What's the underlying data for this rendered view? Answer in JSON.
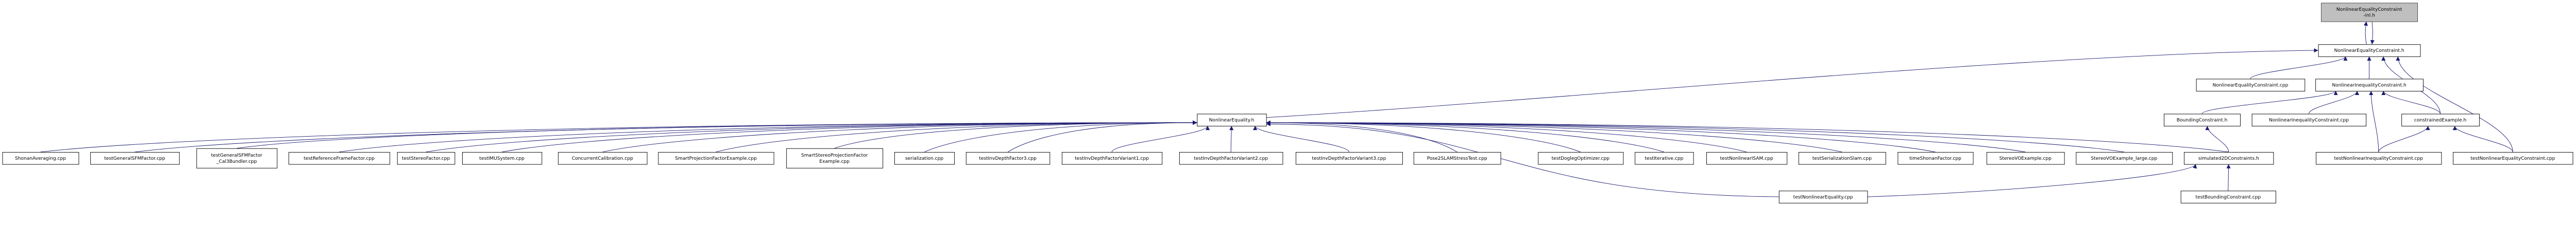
{
  "graph": {
    "edge_color": "#191970",
    "current_node_fill": "#bfbfbf",
    "nodes": [
      {
        "id": "inl",
        "lines": [
          "NonlinearEqualityConstraint",
          "-inl.h"
        ],
        "current": true
      },
      {
        "id": "nlec_h",
        "lines": [
          "NonlinearEqualityConstraint.h"
        ]
      },
      {
        "id": "ne_h",
        "lines": [
          "NonlinearEquality.h"
        ]
      },
      {
        "id": "nlec_cpp",
        "lines": [
          "NonlinearEqualityConstraint.cpp"
        ]
      },
      {
        "id": "nlic_h",
        "lines": [
          "NonlinearInequalityConstraint.h"
        ]
      },
      {
        "id": "bound_h",
        "lines": [
          "BoundingConstraint.h"
        ]
      },
      {
        "id": "nlic_cpp",
        "lines": [
          "NonlinearInequalityConstraint.cpp"
        ]
      },
      {
        "id": "cex_h",
        "lines": [
          "constrainedExample.h"
        ]
      },
      {
        "id": "t_nlic",
        "lines": [
          "testNonlinearInequalityConstraint.cpp"
        ]
      },
      {
        "id": "t_nlec",
        "lines": [
          "testNonlinearEqualityConstraint.cpp"
        ]
      },
      {
        "id": "sim2d",
        "lines": [
          "simulated2DConstraints.h"
        ]
      },
      {
        "id": "t_bound",
        "lines": [
          "testBoundingConstraint.cpp"
        ]
      },
      {
        "id": "t_ne",
        "lines": [
          "testNonlinearEquality.cpp"
        ]
      },
      {
        "id": "shonan",
        "lines": [
          "ShonanAveraging.cpp"
        ]
      },
      {
        "id": "t_gsfm",
        "lines": [
          "testGeneralSFMFactor.cpp"
        ]
      },
      {
        "id": "t_gsfm_b",
        "lines": [
          "testGeneralSFMFactor",
          "_Cal3Bundler.cpp"
        ]
      },
      {
        "id": "t_ref",
        "lines": [
          "testReferenceFrameFactor.cpp"
        ]
      },
      {
        "id": "t_stereo",
        "lines": [
          "testStereoFactor.cpp"
        ]
      },
      {
        "id": "t_imu",
        "lines": [
          "testIMUSystem.cpp"
        ]
      },
      {
        "id": "conc",
        "lines": [
          "ConcurrentCalibration.cpp"
        ]
      },
      {
        "id": "smartproj",
        "lines": [
          "SmartProjectionFactorExample.cpp"
        ]
      },
      {
        "id": "smartstereo",
        "lines": [
          "SmartStereoProjectionFactor",
          "Example.cpp"
        ]
      },
      {
        "id": "serial",
        "lines": [
          "serialization.cpp"
        ]
      },
      {
        "id": "t_inv3",
        "lines": [
          "testInvDepthFactor3.cpp"
        ]
      },
      {
        "id": "t_inv_v1",
        "lines": [
          "testInvDepthFactorVariant1.cpp"
        ]
      },
      {
        "id": "t_inv_v2",
        "lines": [
          "testInvDepthFactorVariant2.cpp"
        ]
      },
      {
        "id": "t_inv_v3",
        "lines": [
          "testInvDepthFactorVariant3.cpp"
        ]
      },
      {
        "id": "pose2stress",
        "lines": [
          "Pose2SLAMStressTest.cpp"
        ]
      },
      {
        "id": "t_dogleg",
        "lines": [
          "testDoglegOptimizer.cpp"
        ]
      },
      {
        "id": "t_iter",
        "lines": [
          "testIterative.cpp"
        ]
      },
      {
        "id": "t_nisam",
        "lines": [
          "testNonlinearISAM.cpp"
        ]
      },
      {
        "id": "t_serslam",
        "lines": [
          "testSerializationSlam.cpp"
        ]
      },
      {
        "id": "timeshonan",
        "lines": [
          "timeShonanFactor.cpp"
        ]
      },
      {
        "id": "stereovo",
        "lines": [
          "StereoVOExample.cpp"
        ]
      },
      {
        "id": "stereovo_l",
        "lines": [
          "StereoVOExample_large.cpp"
        ]
      }
    ],
    "edges": [
      {
        "from": "nlec_h",
        "to": "inl"
      },
      {
        "from": "inl",
        "to": "nlec_h"
      },
      {
        "from": "ne_h",
        "to": "nlec_h"
      },
      {
        "from": "nlec_cpp",
        "to": "nlec_h"
      },
      {
        "from": "nlic_h",
        "to": "nlec_h"
      },
      {
        "from": "cex_h",
        "to": "nlec_h"
      },
      {
        "from": "t_nlec",
        "to": "nlec_h"
      },
      {
        "from": "bound_h",
        "to": "nlic_h"
      },
      {
        "from": "nlic_cpp",
        "to": "nlic_h"
      },
      {
        "from": "cex_h",
        "to": "nlic_h"
      },
      {
        "from": "t_nlic",
        "to": "nlic_h"
      },
      {
        "from": "t_nlic",
        "to": "cex_h"
      },
      {
        "from": "t_nlec",
        "to": "cex_h"
      },
      {
        "from": "sim2d",
        "to": "bound_h"
      },
      {
        "from": "sim2d",
        "to": "ne_h"
      },
      {
        "from": "t_bound",
        "to": "sim2d"
      },
      {
        "from": "t_ne",
        "to": "ne_h"
      },
      {
        "from": "t_ne",
        "to": "sim2d"
      },
      {
        "from": "shonan",
        "to": "ne_h"
      },
      {
        "from": "t_gsfm",
        "to": "ne_h"
      },
      {
        "from": "t_gsfm_b",
        "to": "ne_h"
      },
      {
        "from": "t_ref",
        "to": "ne_h"
      },
      {
        "from": "t_stereo",
        "to": "ne_h"
      },
      {
        "from": "t_imu",
        "to": "ne_h"
      },
      {
        "from": "conc",
        "to": "ne_h"
      },
      {
        "from": "smartproj",
        "to": "ne_h"
      },
      {
        "from": "smartstereo",
        "to": "ne_h"
      },
      {
        "from": "serial",
        "to": "ne_h"
      },
      {
        "from": "t_inv3",
        "to": "ne_h"
      },
      {
        "from": "t_inv_v1",
        "to": "ne_h"
      },
      {
        "from": "t_inv_v2",
        "to": "ne_h"
      },
      {
        "from": "t_inv_v3",
        "to": "ne_h"
      },
      {
        "from": "pose2stress",
        "to": "ne_h"
      },
      {
        "from": "t_dogleg",
        "to": "ne_h"
      },
      {
        "from": "t_iter",
        "to": "ne_h"
      },
      {
        "from": "t_nisam",
        "to": "ne_h"
      },
      {
        "from": "t_serslam",
        "to": "ne_h"
      },
      {
        "from": "timeshonan",
        "to": "ne_h"
      },
      {
        "from": "stereovo",
        "to": "ne_h"
      },
      {
        "from": "stereovo_l",
        "to": "ne_h"
      }
    ]
  }
}
